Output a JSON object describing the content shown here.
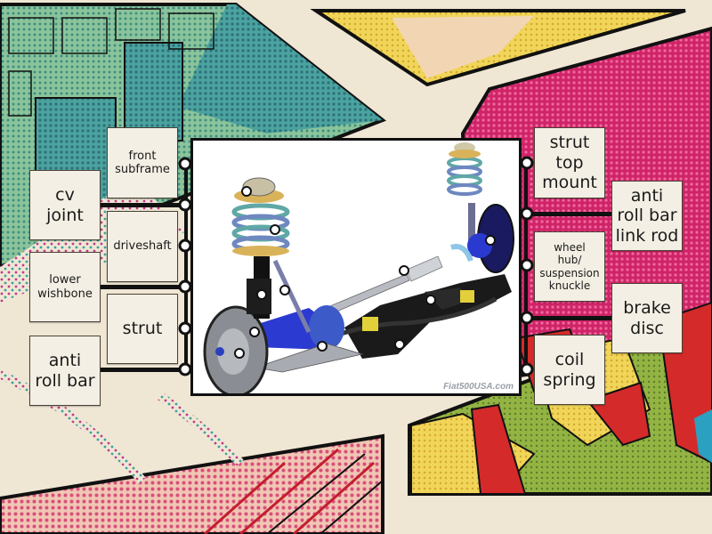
{
  "activity": {
    "type": "labelled diagram",
    "image_credit": "Fiat500USA.com"
  },
  "left_labels": [
    {
      "id": "front-subframe",
      "text": "front\nsubframe",
      "size": "small"
    },
    {
      "id": "cv-joint",
      "text": "cv\njoint",
      "size": "large"
    },
    {
      "id": "driveshaft",
      "text": "driveshaft",
      "size": "small"
    },
    {
      "id": "lower-wishbone",
      "text": "lower\nwishbone",
      "size": "small"
    },
    {
      "id": "strut",
      "text": "strut",
      "size": "large"
    },
    {
      "id": "anti-roll-bar",
      "text": "anti\nroll bar",
      "size": "large"
    }
  ],
  "right_labels": [
    {
      "id": "strut-top-mount",
      "text": "strut\ntop\nmount",
      "size": "large"
    },
    {
      "id": "anti-roll-bar-link-rod",
      "text": "anti\nroll bar\nlink rod",
      "size": "large"
    },
    {
      "id": "wheel-hub-suspension-knuckle",
      "text": "wheel\nhub/\nsuspension\nknuckle",
      "size": "xsmall"
    },
    {
      "id": "brake-disc",
      "text": "brake\ndisc",
      "size": "large"
    },
    {
      "id": "coil-spring",
      "text": "coil\nspring",
      "size": "large"
    }
  ],
  "colors": {
    "paper": "#efe6d4",
    "label_bg": "#f4efe4",
    "outline": "#111111",
    "teal": "#3f9a9a",
    "magenta": "#d12c6e",
    "yellow": "#ecd34a",
    "red": "#d32a2a",
    "green": "#8fae3c"
  }
}
